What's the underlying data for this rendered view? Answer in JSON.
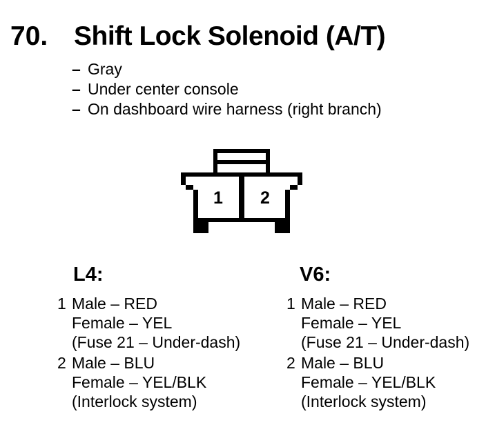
{
  "page": {
    "item_number": "70.",
    "title": "Shift Lock Solenoid (A/T)",
    "bullet_dash": "–",
    "bullets": [
      "Gray",
      "Under center console",
      "On dashboard wire harness (right branch)"
    ]
  },
  "connector": {
    "pin_labels": [
      "1",
      "2"
    ]
  },
  "columns": [
    {
      "heading": "L4:",
      "pins": [
        {
          "number": "1",
          "lines": [
            "Male – RED",
            "Female – YEL",
            "(Fuse 21 – Under-dash)"
          ]
        },
        {
          "number": "2",
          "lines": [
            "Male – BLU",
            "Female – YEL/BLK",
            "(Interlock system)"
          ]
        }
      ]
    },
    {
      "heading": "V6:",
      "pins": [
        {
          "number": "1",
          "lines": [
            "Male – RED",
            "Female – YEL",
            "(Fuse 21 – Under-dash)"
          ]
        },
        {
          "number": "2",
          "lines": [
            "Male – BLU",
            "Female – YEL/BLK",
            "(Interlock system)"
          ]
        }
      ]
    }
  ],
  "colors": {
    "ink": "#000000",
    "paper": "#ffffff"
  }
}
